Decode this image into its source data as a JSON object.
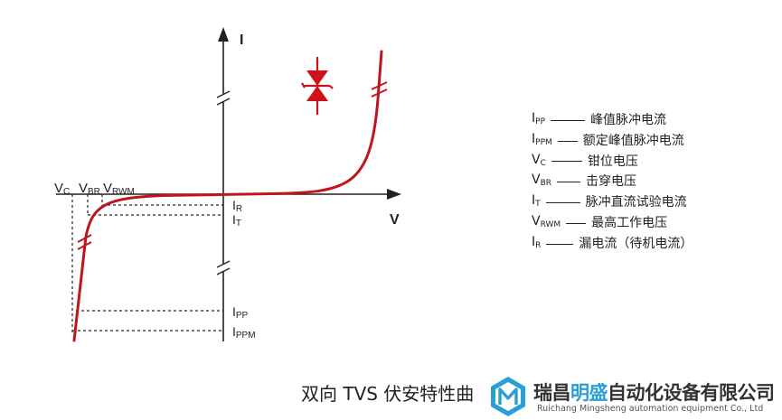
{
  "diagram": {
    "axis_i_label": "I",
    "axis_v_label": "V",
    "curve_color": "#c0141e",
    "symbol_color": "#d0101a",
    "left_labels": [
      {
        "main": "V",
        "sub": "C"
      },
      {
        "main": "V",
        "sub": "BR"
      },
      {
        "main": "V",
        "sub": "RWM"
      }
    ],
    "right_labels": {
      "ir": {
        "main": "I",
        "sub": "R"
      },
      "it": {
        "main": "I",
        "sub": "T"
      },
      "ipp": {
        "main": "I",
        "sub": "PP"
      },
      "ippm": {
        "main": "I",
        "sub": "PPM"
      }
    }
  },
  "legend": [
    {
      "sym": "I",
      "sub": "PP",
      "text": "峰值脉冲电流"
    },
    {
      "sym": "I",
      "sub": "PPM",
      "text": "额定峰值脉冲电流"
    },
    {
      "sym": "V",
      "sub": "C",
      "text": "钳位电压"
    },
    {
      "sym": "V",
      "sub": "BR",
      "text": "击穿电压"
    },
    {
      "sym": "I",
      "sub": "T",
      "text": "脉冲直流试验电流"
    },
    {
      "sym": "V",
      "sub": "RWM",
      "text": "最高工作电压"
    },
    {
      "sym": "I",
      "sub": "R",
      "text": "漏电流（待机电流）"
    }
  ],
  "caption": "双向 TVS 伏安特性曲",
  "brand": {
    "name_part1": "瑞昌",
    "name_highlight": "明盛",
    "name_part2": "自动化设备有限公司",
    "subtitle": "Ruichang Mingsheng automation equipment Co., Ltd",
    "logo_color": "#2a9fd6"
  }
}
